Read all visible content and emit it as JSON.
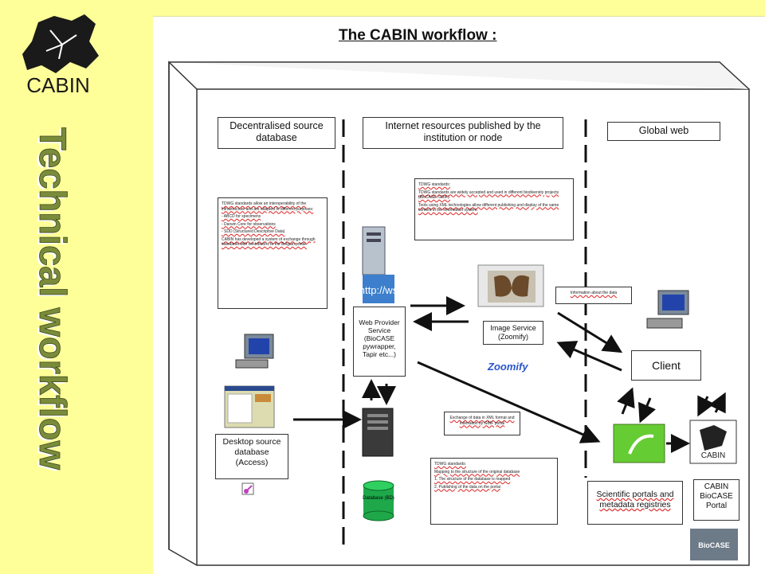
{
  "title": "The CABIN workflow :",
  "side_title": "Technical workflow",
  "logo_text": "CABIN",
  "columns": {
    "left": "Decentralised source database",
    "middle": "Internet resources published by the institution or node",
    "right": "Global web"
  },
  "nodes": {
    "desktop_db": "Desktop source database (Access)",
    "web_provider": "Web Provider Service (BioCASE pywrapper, Tapir etc...)",
    "image_service": "Image Service (Zoomify)",
    "zoomify": "Zoomify",
    "http": "http://ws",
    "client": "Client",
    "scientific_portals": "Scientific portals and metadata registries",
    "cabin_biocase": "CABIN BioCASE Portal",
    "biocase_logo": "BioCASE",
    "database_label": "Database (BD)"
  },
  "notes": {
    "left_note": [
      "TDWG standards allow an interoperability of the infrastructure and are adapted to different purposes:",
      "- ABCD for specimens",
      "- Darwin Core for observations",
      "- SDD (Structured Descriptive Data)",
      "CABIN has developed a system of exchange through standards with contributors to the Belgian portal."
    ],
    "top_note": [
      "TDWG standards:",
      "TDWG standards are widely accepted and used in different biodiversity projects (BioCASE, GBIF).",
      "Tools using XML technologies allow different publishing and display of the same content in the information system."
    ],
    "bottom_note": [
      "TDWG standards:",
      "Mapping to the structure of the original database",
      "1. The structure of the database is mapped",
      "2. Publishing of the data on the portal"
    ],
    "info_note": "Information about the data",
    "data_note": "Exchange of data in XML format and indexation by GBIF portal"
  },
  "colors": {
    "slide_bg": "#ffff99",
    "side_title": "#7a8b3a",
    "side_title_shadow": "#ffffff"
  }
}
